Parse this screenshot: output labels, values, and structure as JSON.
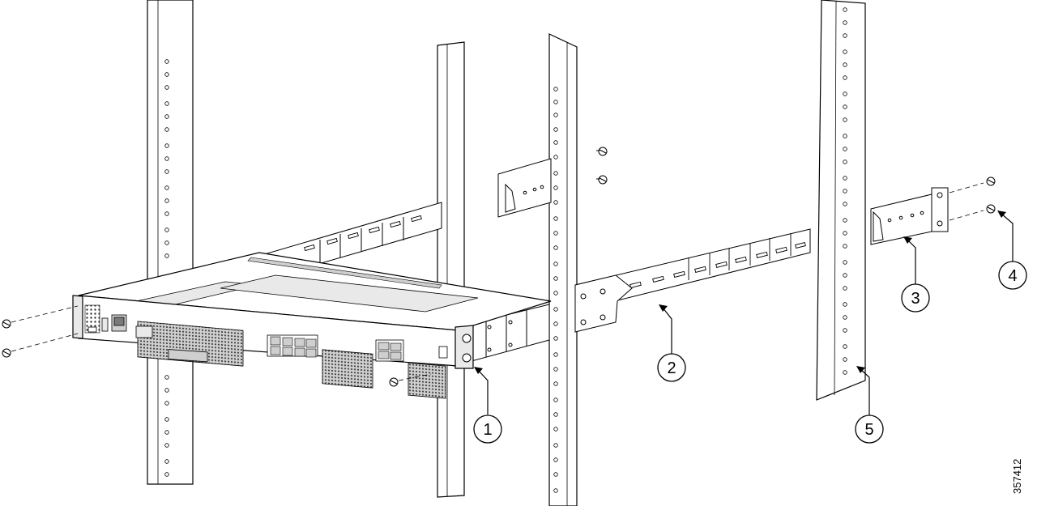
{
  "figure": {
    "id": "357412",
    "callouts": [
      "1",
      "2",
      "3",
      "4",
      "5"
    ]
  },
  "colors": {
    "line": "#000000",
    "fill": "#ffffff",
    "shade": "#e9e9e9",
    "mid": "#cfcfcf",
    "dark": "#7a7a7a"
  }
}
